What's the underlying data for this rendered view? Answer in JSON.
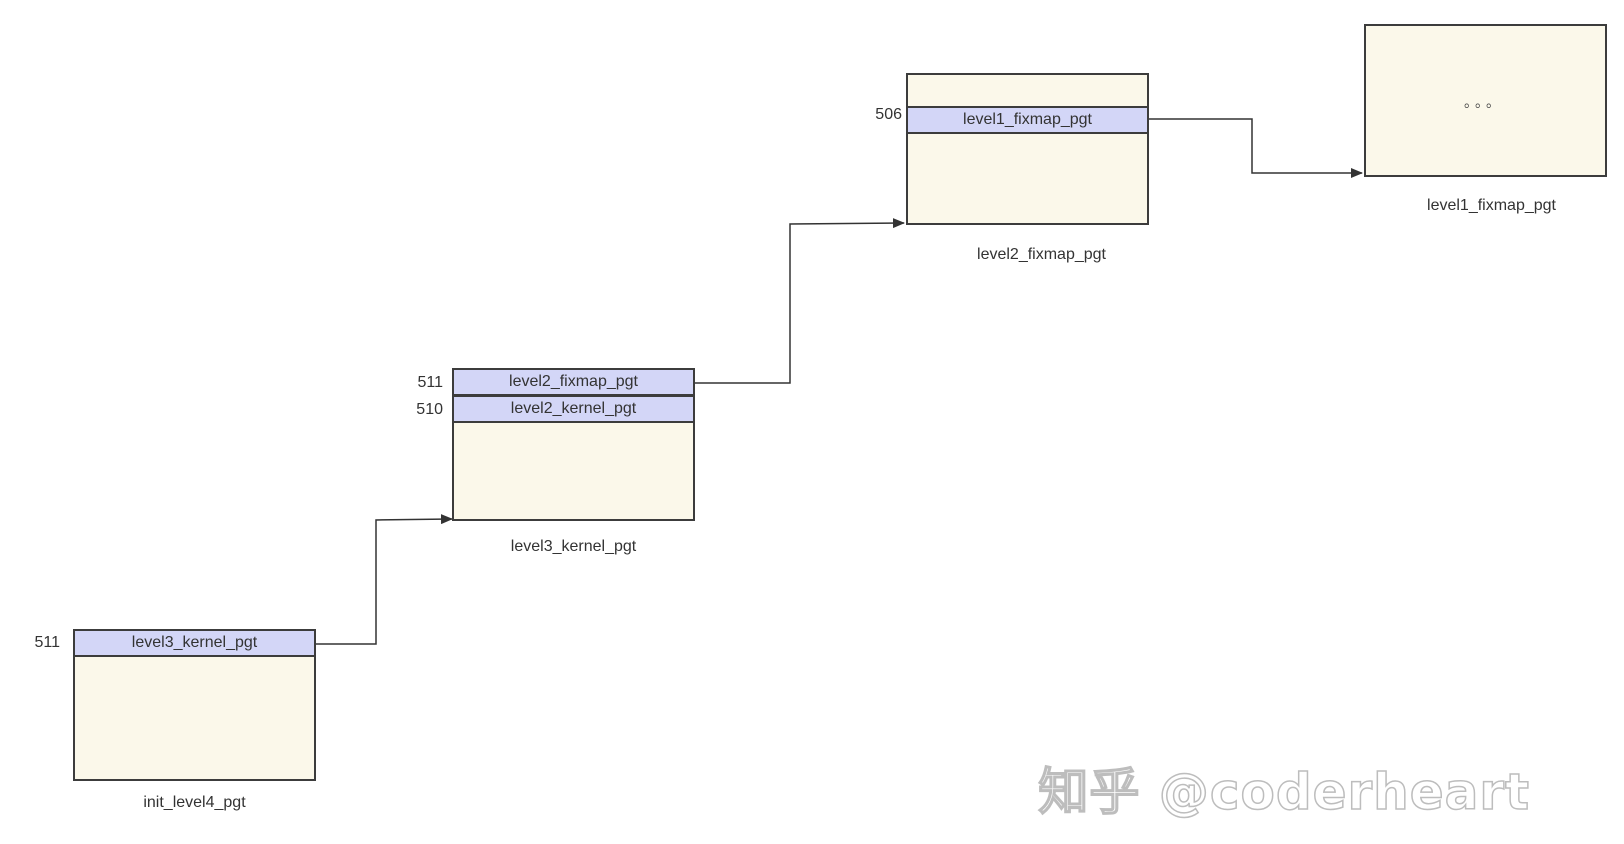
{
  "tables": {
    "init_level4": {
      "caption": "init_level4_pgt",
      "entries": [
        {
          "index": "511",
          "label": "level3_kernel_pgt"
        }
      ]
    },
    "level3_kernel": {
      "caption": "level3_kernel_pgt",
      "entries": [
        {
          "index": "511",
          "label": "level2_fixmap_pgt"
        },
        {
          "index": "510",
          "label": "level2_kernel_pgt"
        }
      ]
    },
    "level2_fixmap": {
      "caption": "level2_fixmap_pgt",
      "entries": [
        {
          "index": "506",
          "label": "level1_fixmap_pgt"
        }
      ]
    },
    "level1_fixmap": {
      "caption": "level1_fixmap_pgt",
      "content": "。。。"
    }
  },
  "watermark": "知乎 @coderheart",
  "colors": {
    "table_fill": "#fbf8ea",
    "entry_fill": "#d3d6f7",
    "border": "#3c3c3c",
    "arrow": "#333333"
  }
}
